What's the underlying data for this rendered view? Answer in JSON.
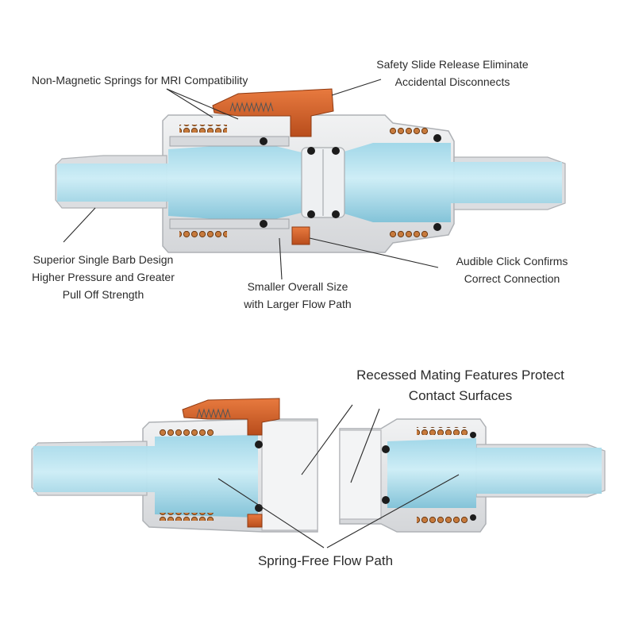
{
  "top_diagram": {
    "callouts": {
      "non_magnetic_springs": "Non-Magnetic Springs for MRI Compatibility",
      "safety_slide_line1": "Safety Slide Release Eliminate",
      "safety_slide_line2": "Accidental Disconnects",
      "single_barb_line1": "Superior Single Barb Design",
      "single_barb_line2": "Higher Pressure and Greater",
      "single_barb_line3": "Pull Off Strength",
      "smaller_size_line1": "Smaller Overall Size",
      "smaller_size_line2": "with Larger Flow Path",
      "audible_click_line1": "Audible Click Confirms",
      "audible_click_line2": "Correct Connection"
    }
  },
  "bottom_diagram": {
    "callouts": {
      "recessed_line1": "Recessed Mating Features Protect",
      "recessed_line2": "Contact Surfaces",
      "spring_free": "Spring-Free Flow Path"
    }
  },
  "colors": {
    "housing": "#e2e3e5",
    "housing_edge": "#b4b6b9",
    "flow": "#92cfe2",
    "latch": "#d9622a",
    "spring": "#c77a3c",
    "seal": "#1c1c1c"
  }
}
